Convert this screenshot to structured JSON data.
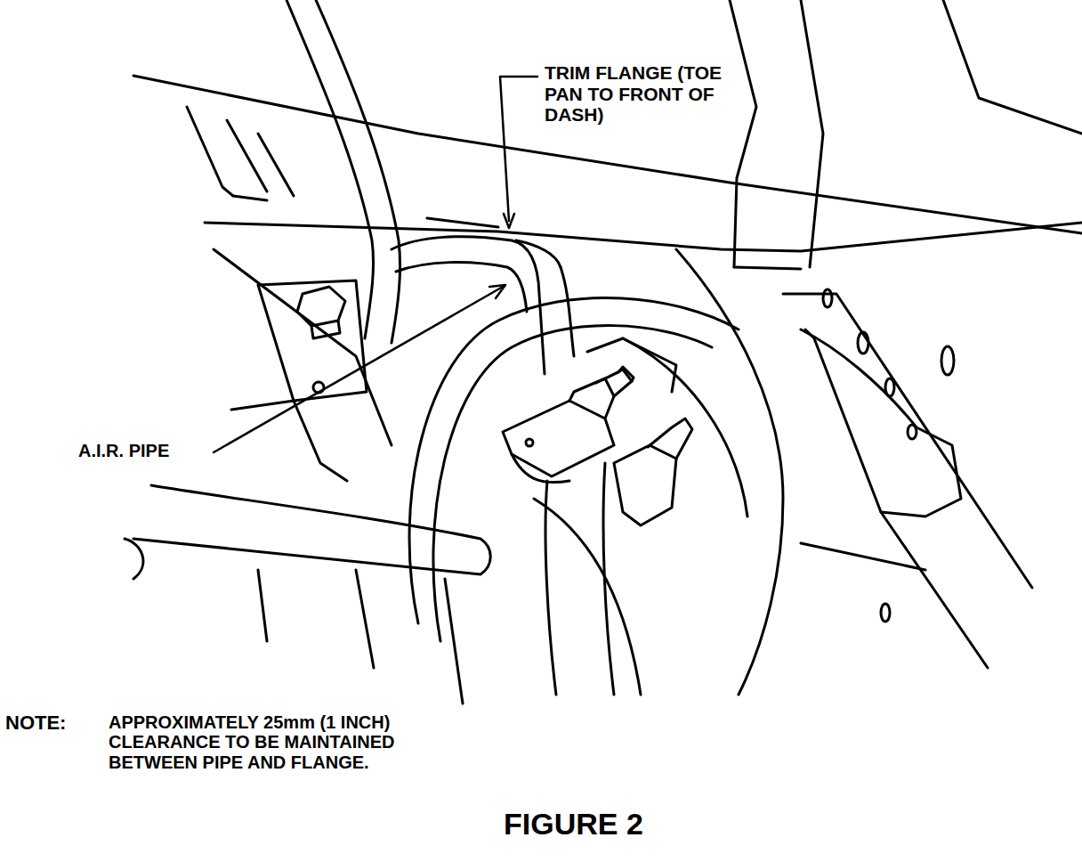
{
  "diagram": {
    "caption": "FIGURE 2",
    "labels": [
      "TRIM FLANGE (TOE PAN TO FRONT OF DASH)",
      "A.I.R. PIPE",
      "NOTE:",
      "APPROXIMATELY 25mm (1 INCH) CLEARANCE TO BE MAINTAINED BETWEEN PIPE AND FLANGE."
    ]
  }
}
